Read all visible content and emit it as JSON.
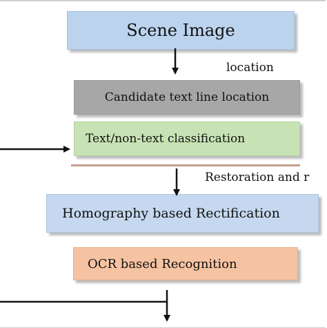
{
  "diagram": {
    "nodes": {
      "scene_image": "Scene Image",
      "candidate_text_line_location": "Candidate text line location",
      "text_non_text_classification": "Text/non-text classification",
      "homography_rectification": "Homography based Rectification",
      "ocr_recognition": "OCR based Recognition"
    },
    "labels": {
      "location": "location",
      "restoration": "Restoration and r"
    }
  }
}
